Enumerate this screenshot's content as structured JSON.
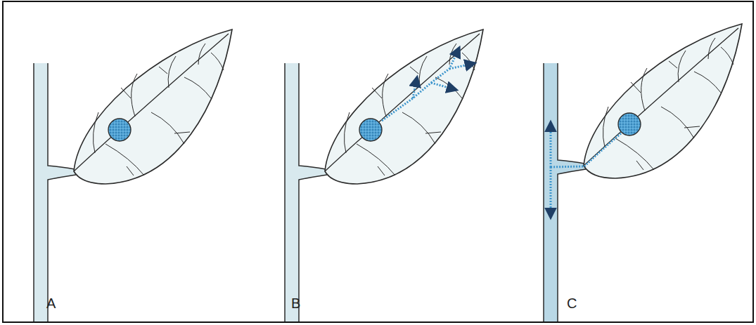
{
  "diagram": {
    "labels": [
      "A",
      "B",
      "C"
    ]
  }
}
